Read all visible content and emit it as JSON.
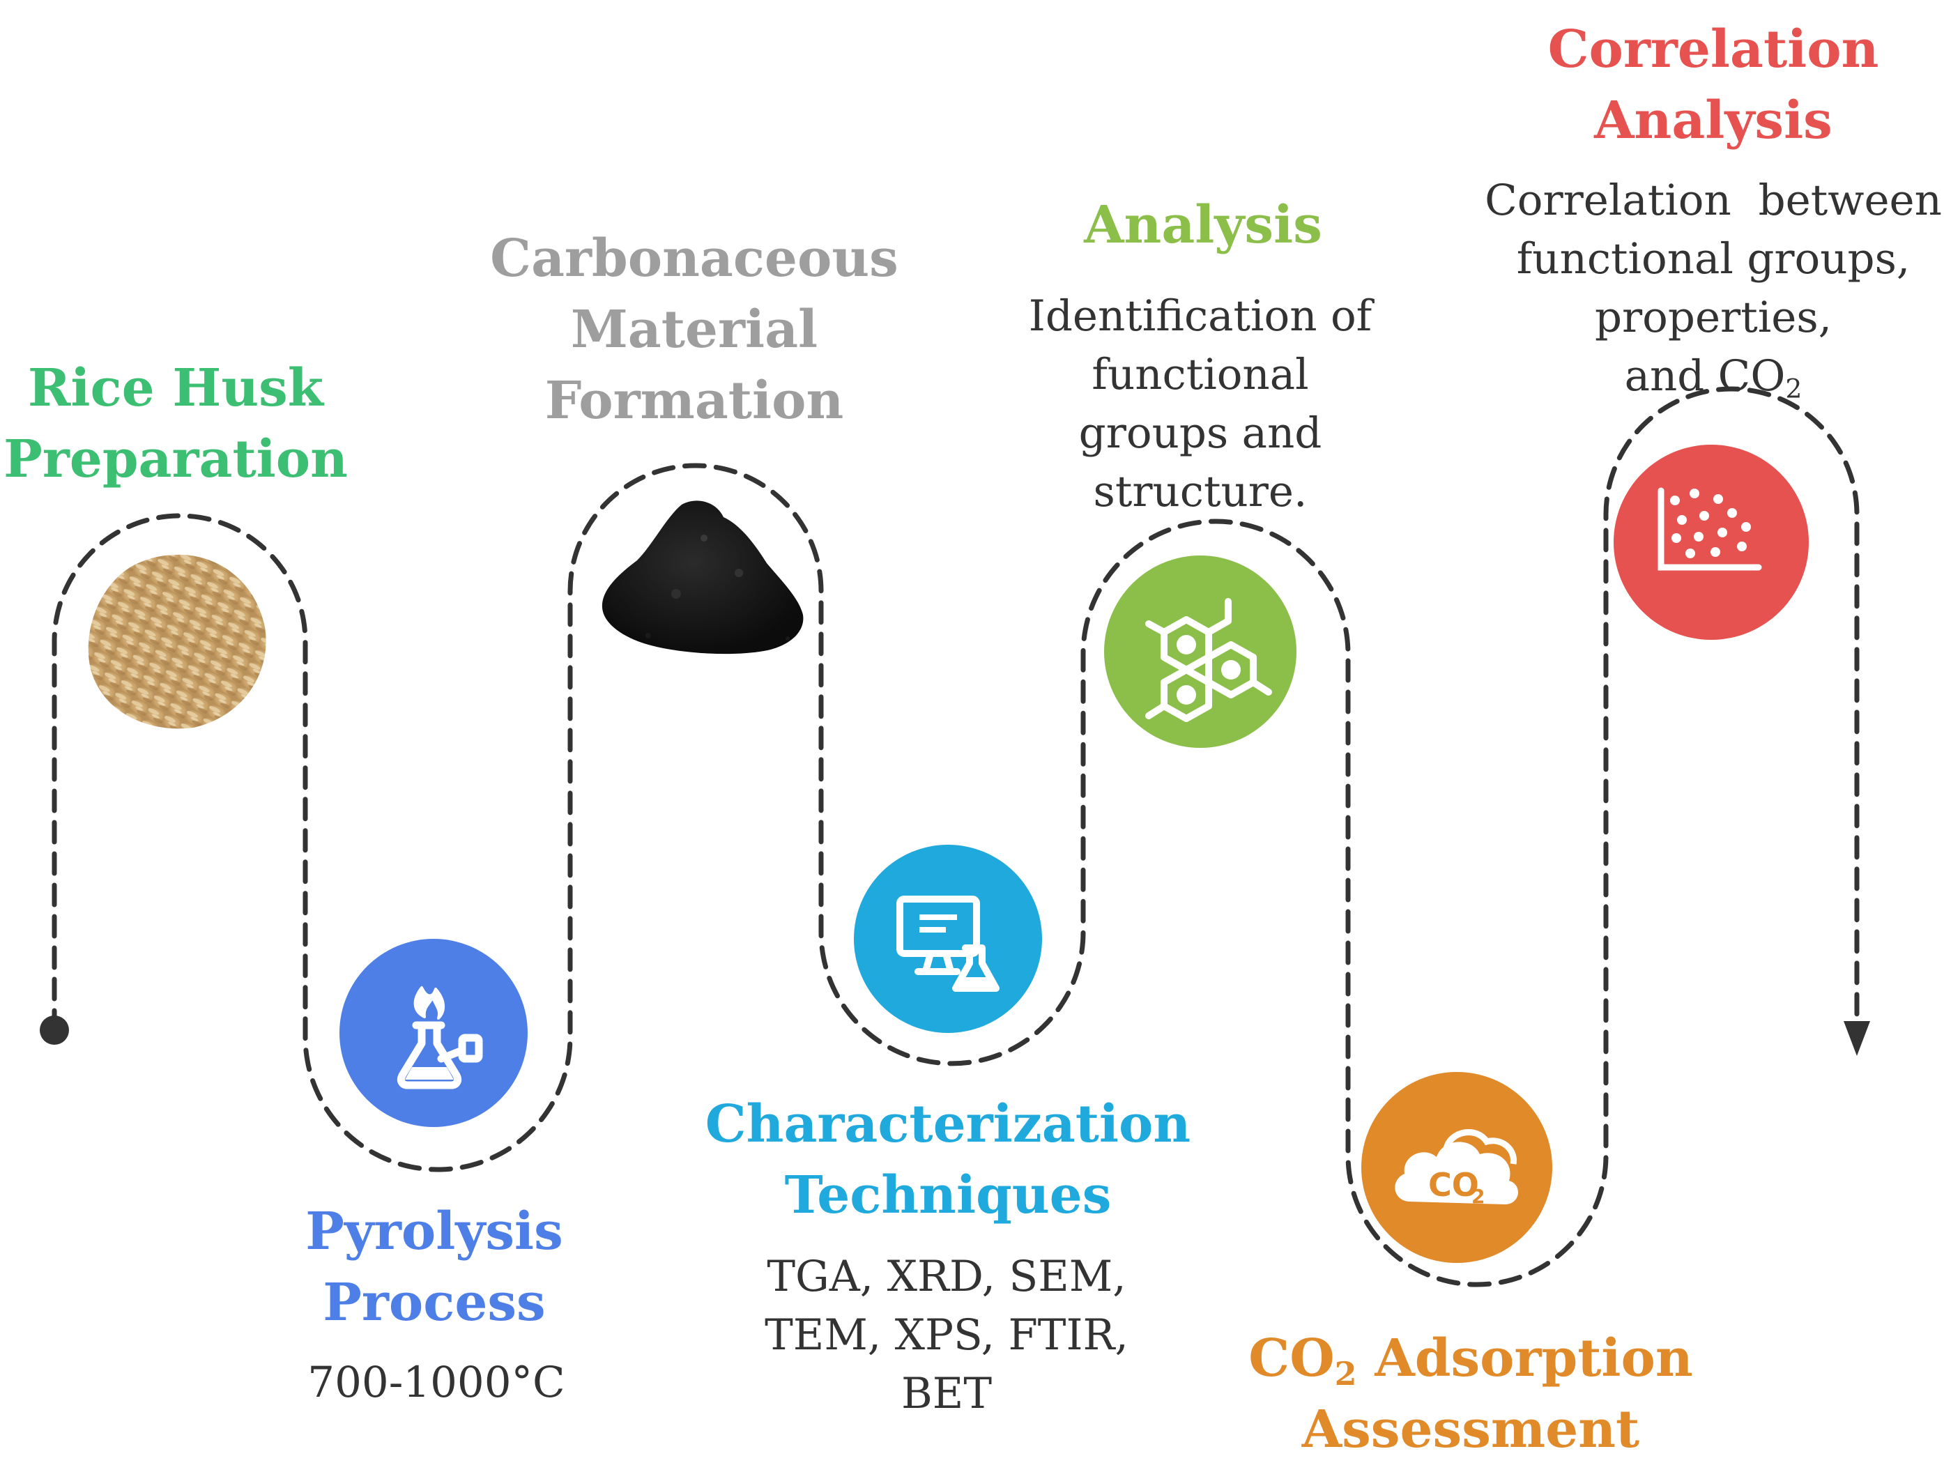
{
  "steps": {
    "rice_husk": {
      "title_line1": "Rice Husk",
      "title_line2": "Preparation",
      "color": "#3dbf73"
    },
    "pyrolysis": {
      "title_line1": "Pyrolysis",
      "title_line2": "Process",
      "detail": "700-1000°C",
      "color": "#4d7fe6",
      "icon": "bunsen-burner-flask-icon"
    },
    "carbonaceous": {
      "title_line1": "Carbonaceous",
      "title_line2": "Material",
      "title_line3": "Formation",
      "color": "#9e9e9e"
    },
    "characterization": {
      "title_line1": "Characterization",
      "title_line2": "Techniques",
      "detail_line1": "TGA, XRD, SEM,",
      "detail_line2": "TEM, XPS, FTIR,",
      "detail_line3": "BET",
      "color": "#1fa9dc",
      "icon": "computer-flask-icon"
    },
    "analysis": {
      "title": "Analysis",
      "detail_line1": "Identification of",
      "detail_line2": "functional",
      "detail_line3": "groups and",
      "detail_line4": "structure.",
      "color": "#8cbe4a",
      "icon": "molecule-structure-icon"
    },
    "co2_adsorption": {
      "title_prefix": "CO",
      "title_sub": "2",
      "title_rest": " Adsorption",
      "title_line2": "Assessment",
      "color": "#e08a2a",
      "icon": "co2-cloud-icon",
      "icon_text": "CO",
      "icon_sub": "2"
    },
    "correlation": {
      "title_line1": "Correlation",
      "title_line2": "Analysis",
      "detail_line1": "Correlation  between",
      "detail_line2": "functional groups,",
      "detail_line3": "properties,",
      "detail_line4_prefix": "and CO",
      "detail_line4_sub": "2",
      "color": "#e6524f",
      "icon": "scatter-plot-icon"
    }
  }
}
